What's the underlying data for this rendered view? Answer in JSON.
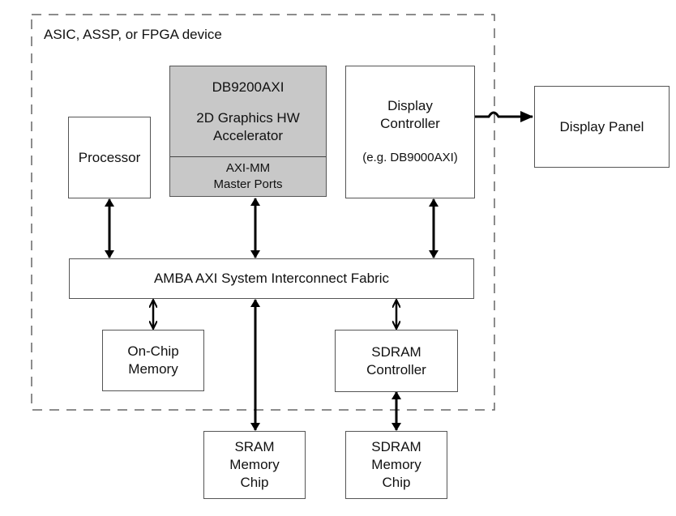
{
  "device": {
    "label": "ASIC, ASSP, or FPGA device",
    "border_color": "#666666"
  },
  "blocks": {
    "processor": {
      "lines": [
        "Processor"
      ]
    },
    "accelerator": {
      "title": "DB9200AXI",
      "lines": [
        "2D Graphics HW",
        "Accelerator"
      ],
      "ports_lines": [
        "AXI-MM",
        "Master Ports"
      ],
      "fill_color": "#c8c8c8"
    },
    "display_controller": {
      "lines": [
        "Display",
        "Controller"
      ],
      "note": "(e.g. DB9000AXI)"
    },
    "display_panel": {
      "lines": [
        "Display Panel"
      ]
    },
    "interconnect": {
      "lines": [
        "AMBA AXI System Interconnect Fabric"
      ]
    },
    "on_chip_memory": {
      "lines": [
        "On-Chip",
        "Memory"
      ]
    },
    "sdram_controller": {
      "lines": [
        "SDRAM",
        "Controller"
      ]
    },
    "sram_chip": {
      "lines": [
        "SRAM",
        "Memory",
        "Chip"
      ]
    },
    "sdram_chip": {
      "lines": [
        "SDRAM",
        "Memory",
        "Chip"
      ]
    }
  },
  "connections": [
    {
      "from": "processor",
      "to": "interconnect",
      "type": "bidirectional"
    },
    {
      "from": "accelerator",
      "to": "interconnect",
      "type": "bidirectional"
    },
    {
      "from": "display_controller",
      "to": "interconnect",
      "type": "bidirectional"
    },
    {
      "from": "display_controller",
      "to": "display_panel",
      "type": "unidirectional",
      "crosses_device_boundary": true
    },
    {
      "from": "interconnect",
      "to": "on_chip_memory",
      "type": "bidirectional"
    },
    {
      "from": "interconnect",
      "to": "sram_chip",
      "type": "bidirectional",
      "crosses_device_boundary": true
    },
    {
      "from": "interconnect",
      "to": "sdram_controller",
      "type": "bidirectional"
    },
    {
      "from": "sdram_controller",
      "to": "sdram_chip",
      "type": "bidirectional",
      "crosses_device_boundary": true
    }
  ]
}
